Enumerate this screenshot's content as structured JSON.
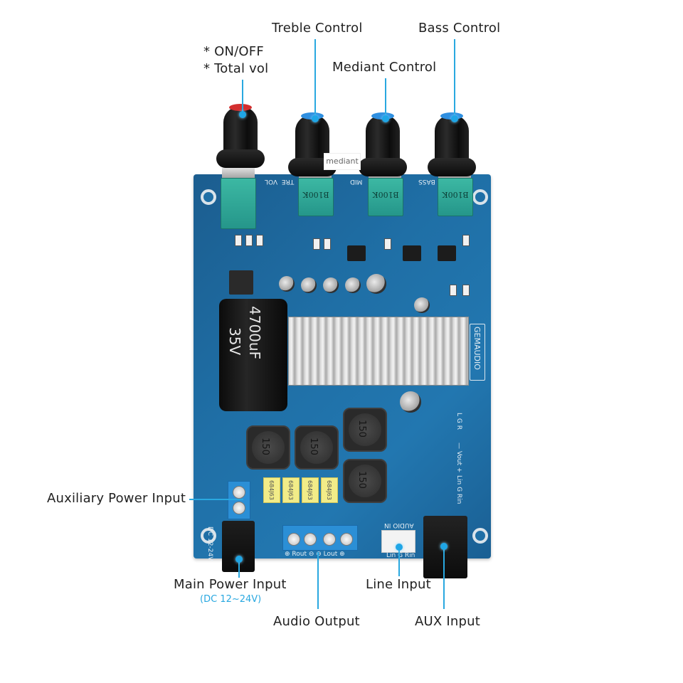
{
  "labels": {
    "on_off": "* ON/OFF",
    "total_vol": "* Total vol",
    "treble": "Treble Control",
    "mediant": "Mediant Control",
    "bass": "Bass Control",
    "aux_power": "Auxiliary Power Input",
    "main_power": "Main Power Input",
    "main_power_spec": "(DC 12~24V)",
    "audio_output": "Audio Output",
    "line_input": "Line Input",
    "aux_input": "AUX Input"
  },
  "board": {
    "sticker": "mediant",
    "brand": "GEMAUDIO",
    "pot_value": "B100K",
    "silk_vol": "VOL",
    "silk_tre": "TRE",
    "silk_mid": "MID",
    "silk_bass": "BASS",
    "capacitor_text_1": "4700uF",
    "capacitor_text_2": "35V",
    "inductor_value": "150",
    "film_cap_value": "684J63",
    "dc_silk": "DC 12-24V",
    "audio_out_silk": "⊕ Rout ⊖  ⊖ Lout ⊕",
    "audio_in_silk": "AUDIO IN",
    "line_in_silk": "Lin G Rin",
    "header_silk_1": "L G R",
    "header_silk_2": "— Vout +",
    "header_silk_3": "Lin G Rin"
  },
  "colors": {
    "accent": "#29a8e0",
    "board": "#1f6fa6",
    "power_knob_cap": "#d32f2f",
    "tone_knob_cap": "#2f8fe0"
  }
}
